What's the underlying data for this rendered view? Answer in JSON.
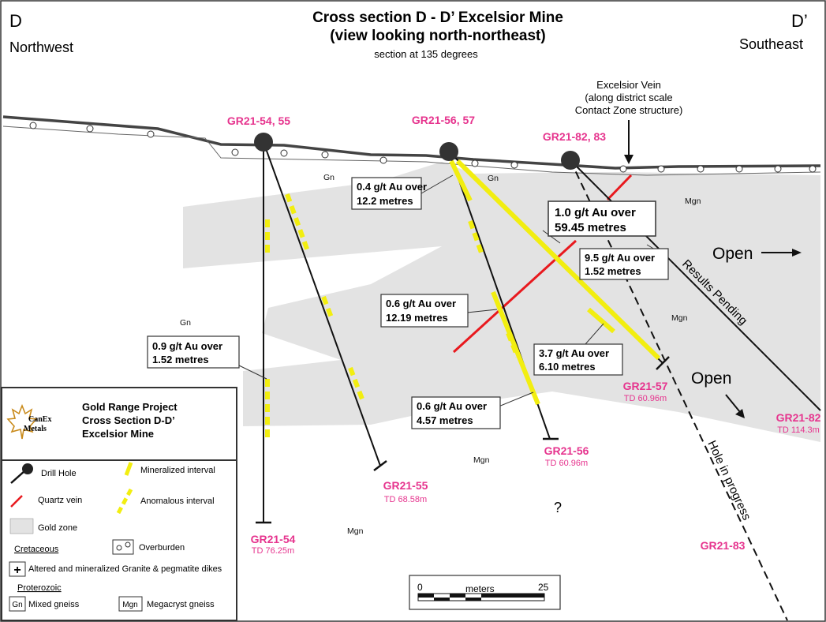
{
  "header": {
    "left_letter": "D",
    "right_letter": "D’",
    "left_direction": "Northwest",
    "right_direction": "Southeast",
    "title_line1": "Cross section D - D’ Excelsior Mine",
    "title_line2": "(view looking north-northeast)",
    "subtitle": "section at 135 degrees"
  },
  "vein_note": {
    "line1": "Excelsior Vein",
    "line2": "(along district scale",
    "line3": "Contact Zone structure)"
  },
  "collars": {
    "c1": "GR21-54, 55",
    "c2": "GR21-56, 57",
    "c3": "GR21-82, 83"
  },
  "holes": {
    "h54": {
      "name": "GR21-54",
      "td": "TD 76.25m"
    },
    "h55": {
      "name": "GR21-55",
      "td": "TD 68.58m"
    },
    "h56": {
      "name": "GR21-56",
      "td": "TD 60.96m"
    },
    "h57": {
      "name": "GR21-57",
      "td": "TD 60.96m"
    },
    "h82": {
      "name": "GR21-82",
      "td": "TD 114.3m"
    },
    "h83": {
      "name": "GR21-83"
    }
  },
  "intervals": {
    "i1": {
      "l1": "0.4 g/t Au over",
      "l2": "12.2 metres"
    },
    "i2": {
      "l1": "1.0 g/t Au over",
      "l2": "59.45 metres"
    },
    "i3": {
      "l1": "9.5 g/t Au over",
      "l2": "1.52 metres"
    },
    "i4": {
      "l1": "0.6 g/t Au over",
      "l2": "12.19 metres"
    },
    "i5": {
      "l1": "0.9 g/t Au over",
      "l2": "1.52 metres"
    },
    "i6": {
      "l1": "3.7 g/t Au over",
      "l2": "6.10 metres"
    },
    "i7": {
      "l1": "0.6 g/t Au over",
      "l2": "4.57 metres"
    }
  },
  "rock_labels": {
    "gn": "Gn",
    "mgn": "Mgn"
  },
  "annotations": {
    "open": "Open",
    "results_pending": "Results Pending",
    "hole_in_progress": "Hole in progress",
    "question": "?"
  },
  "scale": {
    "zero": "0",
    "unit": "meters",
    "max": "25"
  },
  "logo": {
    "line1": "CanEx",
    "line2": "Metals"
  },
  "legend": {
    "project_line1": "Gold Range Project",
    "project_line2": "Cross Section D-D’",
    "project_line3": "Excelsior Mine",
    "drill_hole": "Drill Hole",
    "mineralized": "Mineralized interval",
    "quartz_vein": "Quartz vein",
    "anomalous": "Anomalous interval",
    "gold_zone": "Gold zone",
    "overburden": "Overburden",
    "cretaceous": "Cretaceous",
    "plus": "+",
    "granite": "Altered and mineralized Granite & pegmatite dikes",
    "proterozoic": "Proterozoic",
    "gn_box": "Gn",
    "gn_desc": "Mixed gneiss",
    "mgn_box": "Mgn",
    "mgn_desc": "Megacryst gneiss"
  },
  "colors": {
    "gold_zone": "#e3e3e3",
    "mineralized": "#f2ee10",
    "quartz_vein": "#e8191e",
    "hole_label": "#e6348e"
  }
}
